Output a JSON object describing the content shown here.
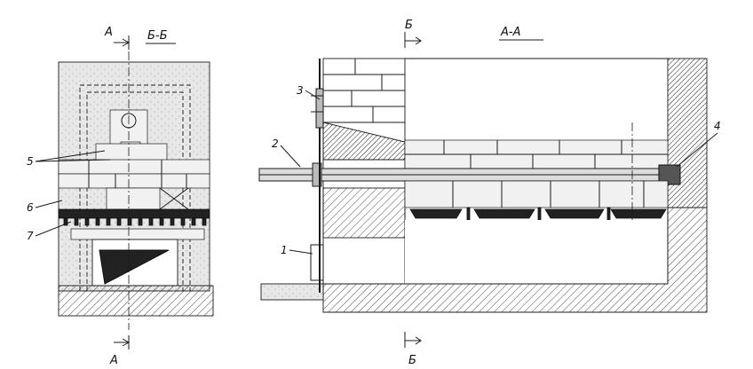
{
  "section_left": {
    "title": "Б-Б",
    "cut_top": "А",
    "cut_bottom": "А"
  },
  "section_right": {
    "title": "А-А",
    "cut_top": "Б",
    "cut_bottom": "Б"
  },
  "callouts": {
    "n1": "1",
    "n2": "2",
    "n3": "3",
    "n4": "4",
    "n5": "5",
    "n6": "6",
    "n7": "7"
  }
}
